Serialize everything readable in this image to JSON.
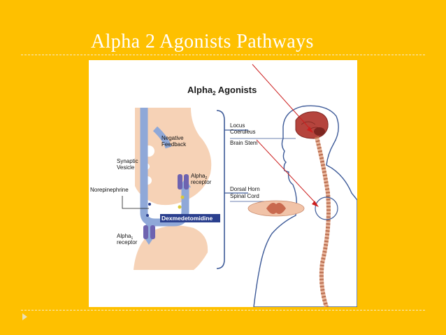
{
  "slide": {
    "title": "Alpha 2 Agonists Pathways"
  },
  "diagram": {
    "heading_main": "Alpha",
    "heading_sub": "2",
    "heading_tail": " Agonists",
    "labels": {
      "negative_feedback_1": "Negative",
      "negative_feedback_2": "Feedback",
      "synaptic_vesicle_1": "Synaptic",
      "synaptic_vesicle_2": "Vesicle",
      "alpha2_receptor_1": "Alpha",
      "alpha2_receptor_sub": "2",
      "alpha2_receptor_2": "receptor",
      "norepinephrine": "Norepinephrine",
      "dexmedetomidine": "Dexmedetomidine",
      "alpha1_receptor_1": "Alpha",
      "alpha1_receptor_sub": "1",
      "alpha1_receptor_2": "receptor",
      "locus_coeruleus_1": "Locus",
      "locus_coeruleus_2": "Coeruleus",
      "brain_stem": "Brain Stem",
      "dorsal_horn": "Dorsal Horn",
      "spinal_cord": "Spinal Cord"
    },
    "colors": {
      "background": "#fec000",
      "arrow": "#cc1f1f",
      "neuron": "#f6d2b6",
      "feedback_arrow": "#8fa8d8",
      "label_box": "#2a3f8e",
      "outline": "#3d5a98"
    }
  }
}
